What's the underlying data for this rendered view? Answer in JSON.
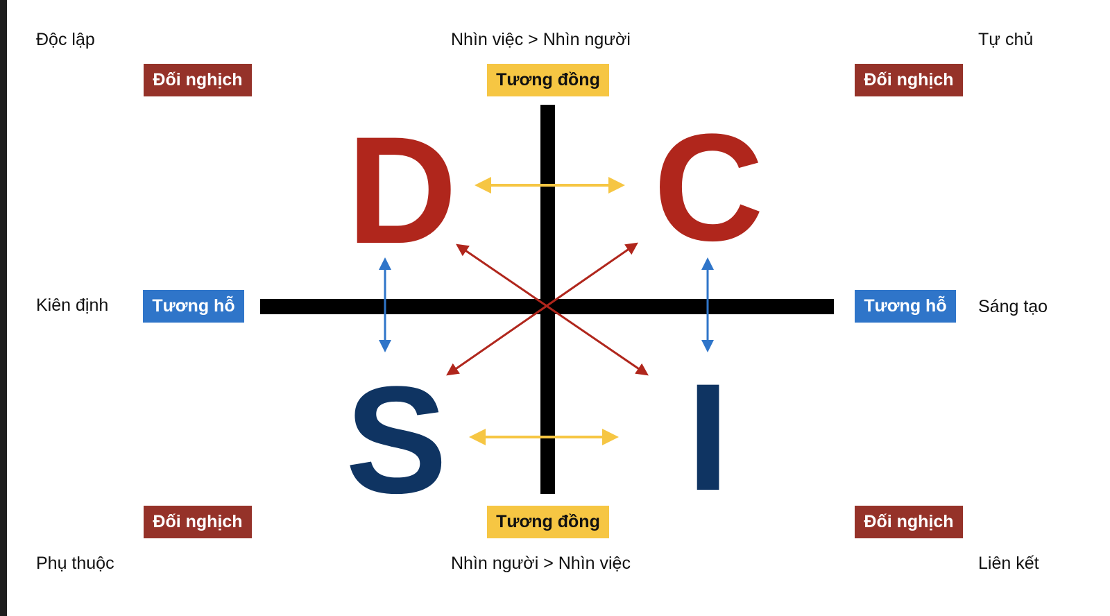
{
  "corners": {
    "top_left": "Độc lập",
    "top_right": "Tự chủ",
    "bottom_left": "Phụ thuộc",
    "bottom_right": "Liên kết"
  },
  "sides": {
    "left": "Kiên định",
    "right": "Sáng tạo",
    "top": "Nhìn việc > Nhìn người",
    "bottom": "Nhìn người > Nhìn việc"
  },
  "badges": {
    "opposite": "Đối nghịch",
    "similar": "Tương đồng",
    "complementary": "Tương hỗ"
  },
  "letters": {
    "d": "D",
    "c": "C",
    "s": "S",
    "i": "I"
  },
  "colors": {
    "red": "#b0261c",
    "navy": "#0f3462",
    "opposite": "#953229",
    "similar": "#f6c643",
    "complementary": "#2f75c9",
    "axis": "#000000"
  }
}
